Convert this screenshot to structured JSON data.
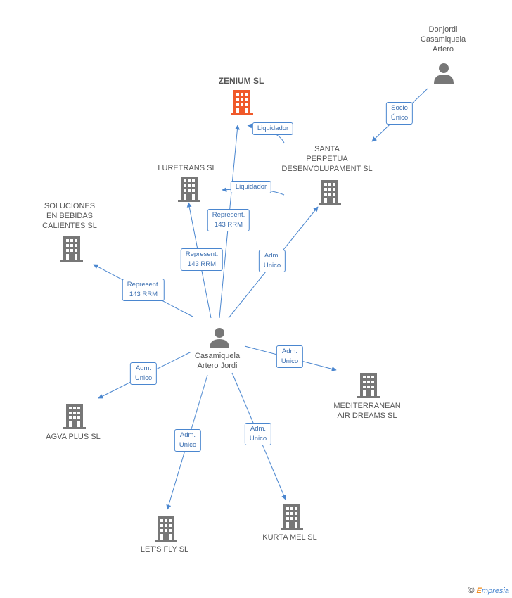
{
  "colors": {
    "edge": "#4a86cf",
    "building": "#777777",
    "building_highlight": "#f0592a",
    "person": "#777777"
  },
  "nodes": {
    "zenium": {
      "label": "ZENIUM SL",
      "icon": "building-icon"
    },
    "donjordi": {
      "label_lines": [
        "Donjordi",
        "Casamiquela",
        "Artero"
      ],
      "icon": "person-icon"
    },
    "luretrans": {
      "label": "LURETRANS  SL",
      "icon": "building-icon"
    },
    "santa": {
      "label_lines": [
        "SANTA",
        "PERPETUA",
        "DESENVOLUPAMENT SL"
      ],
      "icon": "building-icon"
    },
    "soluciones": {
      "label_lines": [
        "SOLUCIONES",
        "EN BEBIDAS",
        "CALIENTES  SL"
      ],
      "icon": "building-icon"
    },
    "casamiquela": {
      "label_lines": [
        "Casamiquela",
        "Artero Jordi"
      ],
      "icon": "person-icon"
    },
    "mediterranean": {
      "label_lines": [
        "MEDITERRANEAN",
        "AIR DREAMS  SL"
      ],
      "icon": "building-icon"
    },
    "agva": {
      "label": "AGVA PLUS  SL",
      "icon": "building-icon"
    },
    "letsfly": {
      "label": "LET'S FLY SL",
      "icon": "building-icon"
    },
    "kurta": {
      "label": "KURTA MEL  SL",
      "icon": "building-icon"
    }
  },
  "edge_labels": {
    "socio_unico": [
      "Socio",
      "Único"
    ],
    "liquidador_1": [
      "Liquidador"
    ],
    "liquidador_2": [
      "Liquidador"
    ],
    "represent_luretrans": [
      "Represent.",
      "143 RRM"
    ],
    "represent_zenium": [
      "Represent.",
      "143 RRM"
    ],
    "represent_soluciones": [
      "Represent.",
      "143 RRM"
    ],
    "adm_santa": [
      "Adm.",
      "Unico"
    ],
    "adm_mediterranean": [
      "Adm.",
      "Unico"
    ],
    "adm_agva": [
      "Adm.",
      "Unico"
    ],
    "adm_letsfly": [
      "Adm.",
      "Unico"
    ],
    "adm_kurta": [
      "Adm.",
      "Unico"
    ]
  },
  "watermark": {
    "symbol": "©",
    "brand_initial": "E",
    "brand_rest": "mpresia"
  }
}
